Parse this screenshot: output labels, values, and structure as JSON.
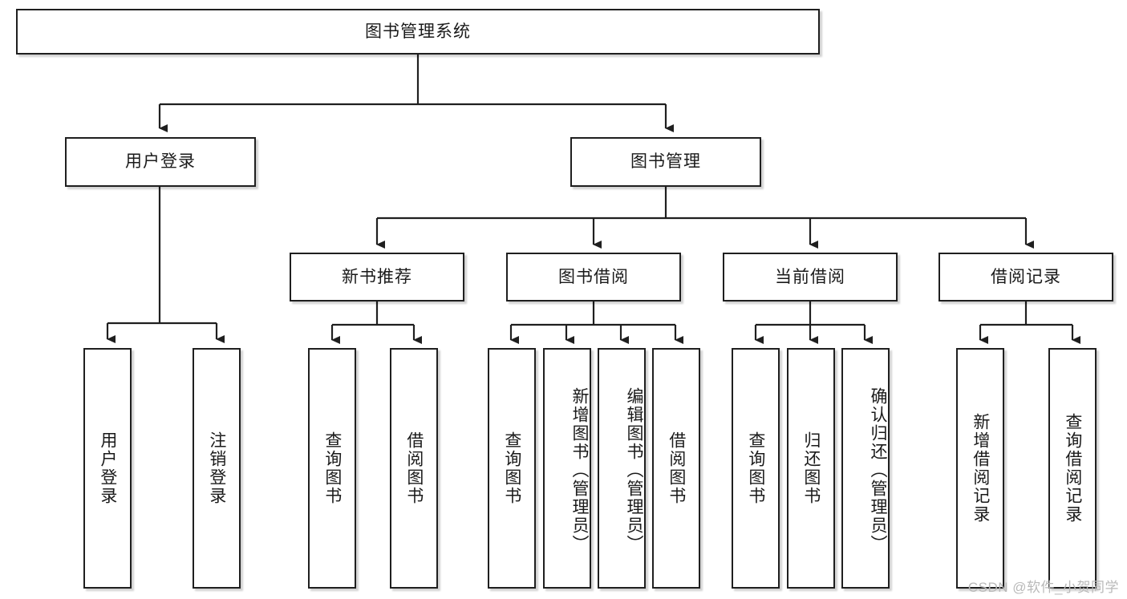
{
  "diagram": {
    "title": "图书管理系统",
    "root": {
      "label": "图书管理系统"
    },
    "level1": [
      {
        "label": "用户登录"
      },
      {
        "label": "图书管理"
      }
    ],
    "level2": [
      {
        "label": "新书推荐"
      },
      {
        "label": "图书借阅"
      },
      {
        "label": "当前借阅"
      },
      {
        "label": "借阅记录"
      }
    ],
    "leaves": {
      "user_login": [
        {
          "label": "用户登录"
        },
        {
          "label": "注销登录"
        }
      ],
      "new_book_recommend": [
        {
          "label": "查询图书"
        },
        {
          "label": "借阅图书"
        }
      ],
      "book_borrow": [
        {
          "label": "查询图书"
        },
        {
          "label": "新增图书（管理员）"
        },
        {
          "label": "编辑图书（管理员）"
        },
        {
          "label": "借阅图书"
        }
      ],
      "current_borrow": [
        {
          "label": "查询图书"
        },
        {
          "label": "归还图书"
        },
        {
          "label": "确认归还（管理员）"
        }
      ],
      "borrow_record": [
        {
          "label": "新增借阅记录"
        },
        {
          "label": "查询借阅记录"
        }
      ]
    }
  },
  "watermark": {
    "text": "CSDN @软件_小贺同学"
  },
  "colors": {
    "box_border": "#1f1f1f",
    "box_fill": "#ffffff",
    "text": "#1a1a1a",
    "connector": "#1f1f1f",
    "watermark": "#b9b9b9",
    "background": "#ffffff"
  }
}
